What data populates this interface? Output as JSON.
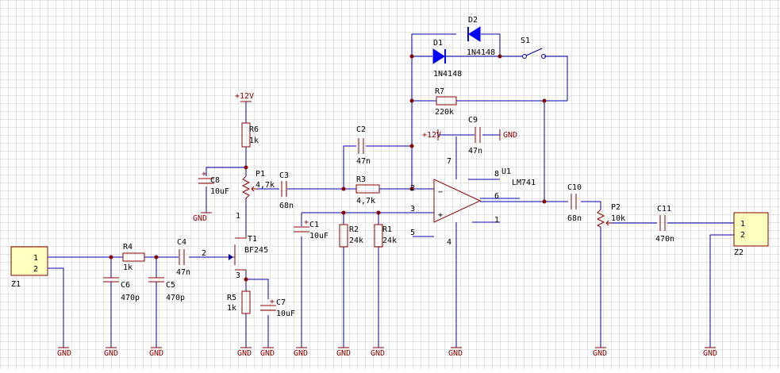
{
  "colors": {
    "wire": "#0000a8",
    "part": "#8b0000",
    "grid": "#c8c8c8",
    "connector_fill": "#ffffc0",
    "diode": "#0000ff"
  },
  "connectors": {
    "z1": {
      "ref": "Z1",
      "pin1": "1",
      "pin2": "2"
    },
    "z2": {
      "ref": "Z2",
      "pin1": "1",
      "pin2": "2"
    }
  },
  "resistors": {
    "r1": {
      "ref": "R1",
      "value": "24k"
    },
    "r2": {
      "ref": "R2",
      "value": "24k"
    },
    "r3": {
      "ref": "R3",
      "value": "4,7k"
    },
    "r4": {
      "ref": "R4",
      "value": "1k"
    },
    "r5": {
      "ref": "R5",
      "value": "1k"
    },
    "r6": {
      "ref": "R6",
      "value": "1k"
    },
    "r7": {
      "ref": "R7",
      "value": "220k"
    }
  },
  "capacitors": {
    "c1": {
      "ref": "C1",
      "value": "10uF",
      "polarity": "+"
    },
    "c2": {
      "ref": "C2",
      "value": "47n"
    },
    "c3": {
      "ref": "C3",
      "value": "68n"
    },
    "c4": {
      "ref": "C4",
      "value": "47n"
    },
    "c5": {
      "ref": "C5",
      "value": "470p"
    },
    "c6": {
      "ref": "C6",
      "value": "470p"
    },
    "c7": {
      "ref": "C7",
      "value": "10uF",
      "polarity": "+"
    },
    "c8": {
      "ref": "C8",
      "value": "10uF",
      "polarity": "+"
    },
    "c9": {
      "ref": "C9",
      "value": "47n"
    },
    "c10": {
      "ref": "C10",
      "value": "68n"
    },
    "c11": {
      "ref": "C11",
      "value": "470n"
    }
  },
  "pots": {
    "p1": {
      "ref": "P1",
      "value": "4,7k"
    },
    "p2": {
      "ref": "P2",
      "value": "10k"
    }
  },
  "diodes": {
    "d1": {
      "ref": "D1",
      "value": "1N4148"
    },
    "d2": {
      "ref": "D2",
      "value": "1N4148"
    }
  },
  "switch": {
    "ref": "S1"
  },
  "transistor": {
    "ref": "T1",
    "value": "BF245",
    "pin1": "1",
    "pin2": "2",
    "pin3": "3"
  },
  "opamp": {
    "ref": "U1",
    "value": "LM741",
    "pins": {
      "p1": "1",
      "p2": "2",
      "p3": "3",
      "p4": "4",
      "p5": "5",
      "p6": "6",
      "p7": "7",
      "p8": "8"
    },
    "minus": "−",
    "plus": "+"
  },
  "power": {
    "supply_top": "+12V",
    "supply_opamp": "+12V",
    "ground": "GND"
  }
}
